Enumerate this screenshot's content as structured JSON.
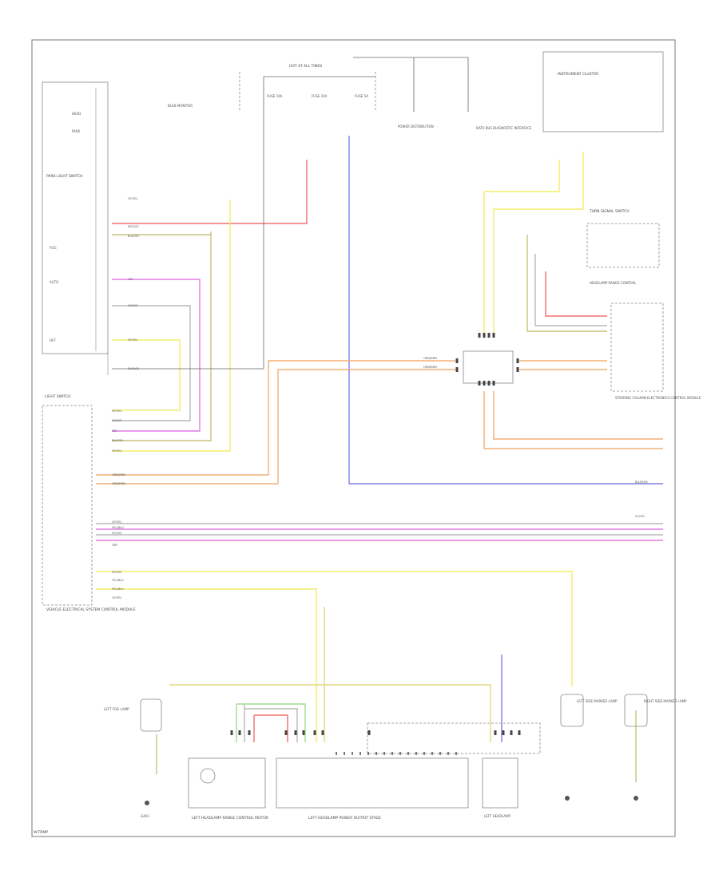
{
  "footer_code": "W-TRMP",
  "colors": {
    "yellow": "#f2ee6a",
    "red": "#f07070",
    "blue": "#7d7df0",
    "violet": "#e27ce6",
    "brown_yellow": "#c9c27a",
    "orange": "#f2b176",
    "grey": "#b8b8b8",
    "green": "#9fdc8e",
    "black": "#555555"
  },
  "left_switch": {
    "title": "LIGHT SWITCH",
    "items": [
      "PARK LIGHT SWITCH",
      "HEAD",
      "PARK",
      "OFF",
      "AUTO",
      "FOG"
    ]
  },
  "fuse_block": {
    "title": "HOT AT ALL TIMES",
    "fuses": [
      "FUSE 10A",
      "FUSE 10A",
      "FUSE 5A"
    ]
  },
  "modules": {
    "lighting_module": "VEHICLE ELECTRICAL SYSTEM CONTROL MODULE",
    "bulb_monitor": "BULB MONITOR",
    "distribution": "POWER DISTRIBUTION",
    "central_gateway": "DATA BUS DIAGNOSTIC INTERFACE",
    "instrument_cluster": "INSTRUMENT CLUSTER",
    "turn_signal_switch": "TURN SIGNAL SWITCH",
    "headlamp_range": "HEADLAMP RANGE CONTROL",
    "steering_column": "STEERING COLUMN ELECTRONICS CONTROL MODULE",
    "left_headlamp_motor": "LEFT HEADLAMP RANGE CONTROL MOTOR",
    "left_headlamp_power": "LEFT HEADLAMP POWER OUTPUT STAGE",
    "left_fog": "LEFT FOG LAMP",
    "left_side_marker": "LEFT SIDE MARKER LAMP",
    "right_side_marker": "RIGHT SIDE MARKER LAMP",
    "left_headlamp": "LEFT HEADLAMP",
    "ground": "G403"
  },
  "wire_labels": [
    "GY/YEL",
    "RED/GY",
    "BLK/YEL",
    "VIO",
    "GY/VIO",
    "GY/YEL",
    "BLK/VIO",
    "GY/YEL",
    "GY/VIO",
    "VIO",
    "BLK/YEL",
    "GY/YEL",
    "ORN/BRN",
    "ORN/BRN",
    "BLU/RED",
    "GY/YEL",
    "YEL/BLU",
    "GY/VIO",
    "GRY",
    "GY/YEL",
    "YEL/BLU",
    "YEL/BLU",
    "GY/YEL",
    "ORN/BRN",
    "ORN/BRN",
    "GY/YEL"
  ]
}
